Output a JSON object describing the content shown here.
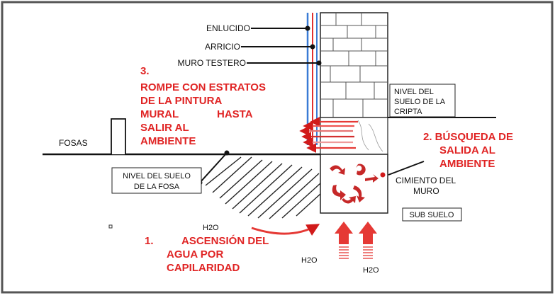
{
  "wall_labels": {
    "enlucido": "ENLUCIDO",
    "arricio": "ARRICIO",
    "muro_testero": "MURO TESTERO"
  },
  "step3": {
    "number": "3.",
    "lines": [
      "ROMPE CON ESTRATOS",
      "DE  LA  PINTURA",
      "MURAL",
      "HASTA",
      "SALIR AL",
      "AMBIENTE"
    ]
  },
  "step2": {
    "lines": [
      "2. BÚSQUEDA DE",
      "SALIDA AL",
      "AMBIENTE"
    ]
  },
  "step1": {
    "number": "1.",
    "lines": [
      "ASCENSIÓN DEL",
      "AGUA POR",
      "CAPILARIDAD"
    ]
  },
  "labels": {
    "fosas": "FOSAS",
    "nivel_cripta": [
      "NIVEL DEL",
      "SUELO DE LA",
      "CRIPTA"
    ],
    "nivel_fosa": [
      "NIVEL DEL SUELO",
      "DE LA FOSA"
    ],
    "cimiento": [
      "CIMIENTO DEL",
      "MURO"
    ],
    "sub_suelo": "SUB SUELO",
    "h2o": "H2O"
  },
  "colors": {
    "accent": "#e02424",
    "plaster_blue": "#3a7bd5",
    "plaster_red": "#e03030"
  }
}
